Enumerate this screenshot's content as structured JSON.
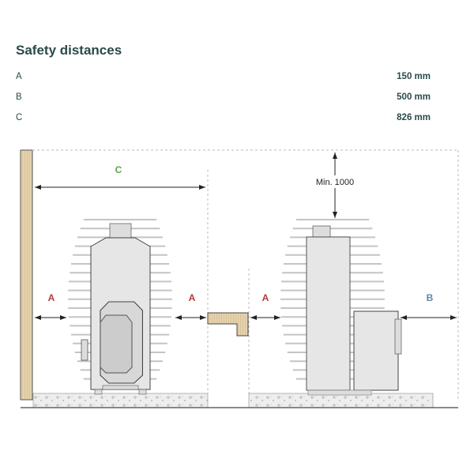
{
  "header": {
    "title": "Safety distances"
  },
  "distances": [
    {
      "label": "A",
      "value": "150 mm"
    },
    {
      "label": "B",
      "value": "500 mm"
    },
    {
      "label": "C",
      "value": "826 mm"
    }
  ],
  "diagram": {
    "label_a": "A",
    "label_b": "B",
    "label_c": "C",
    "min_height": "Min. 1000",
    "colors": {
      "a": "#b33a3a",
      "b": "#5a86b0",
      "c": "#5aa34a",
      "wood": "#e6d3ad"
    }
  }
}
